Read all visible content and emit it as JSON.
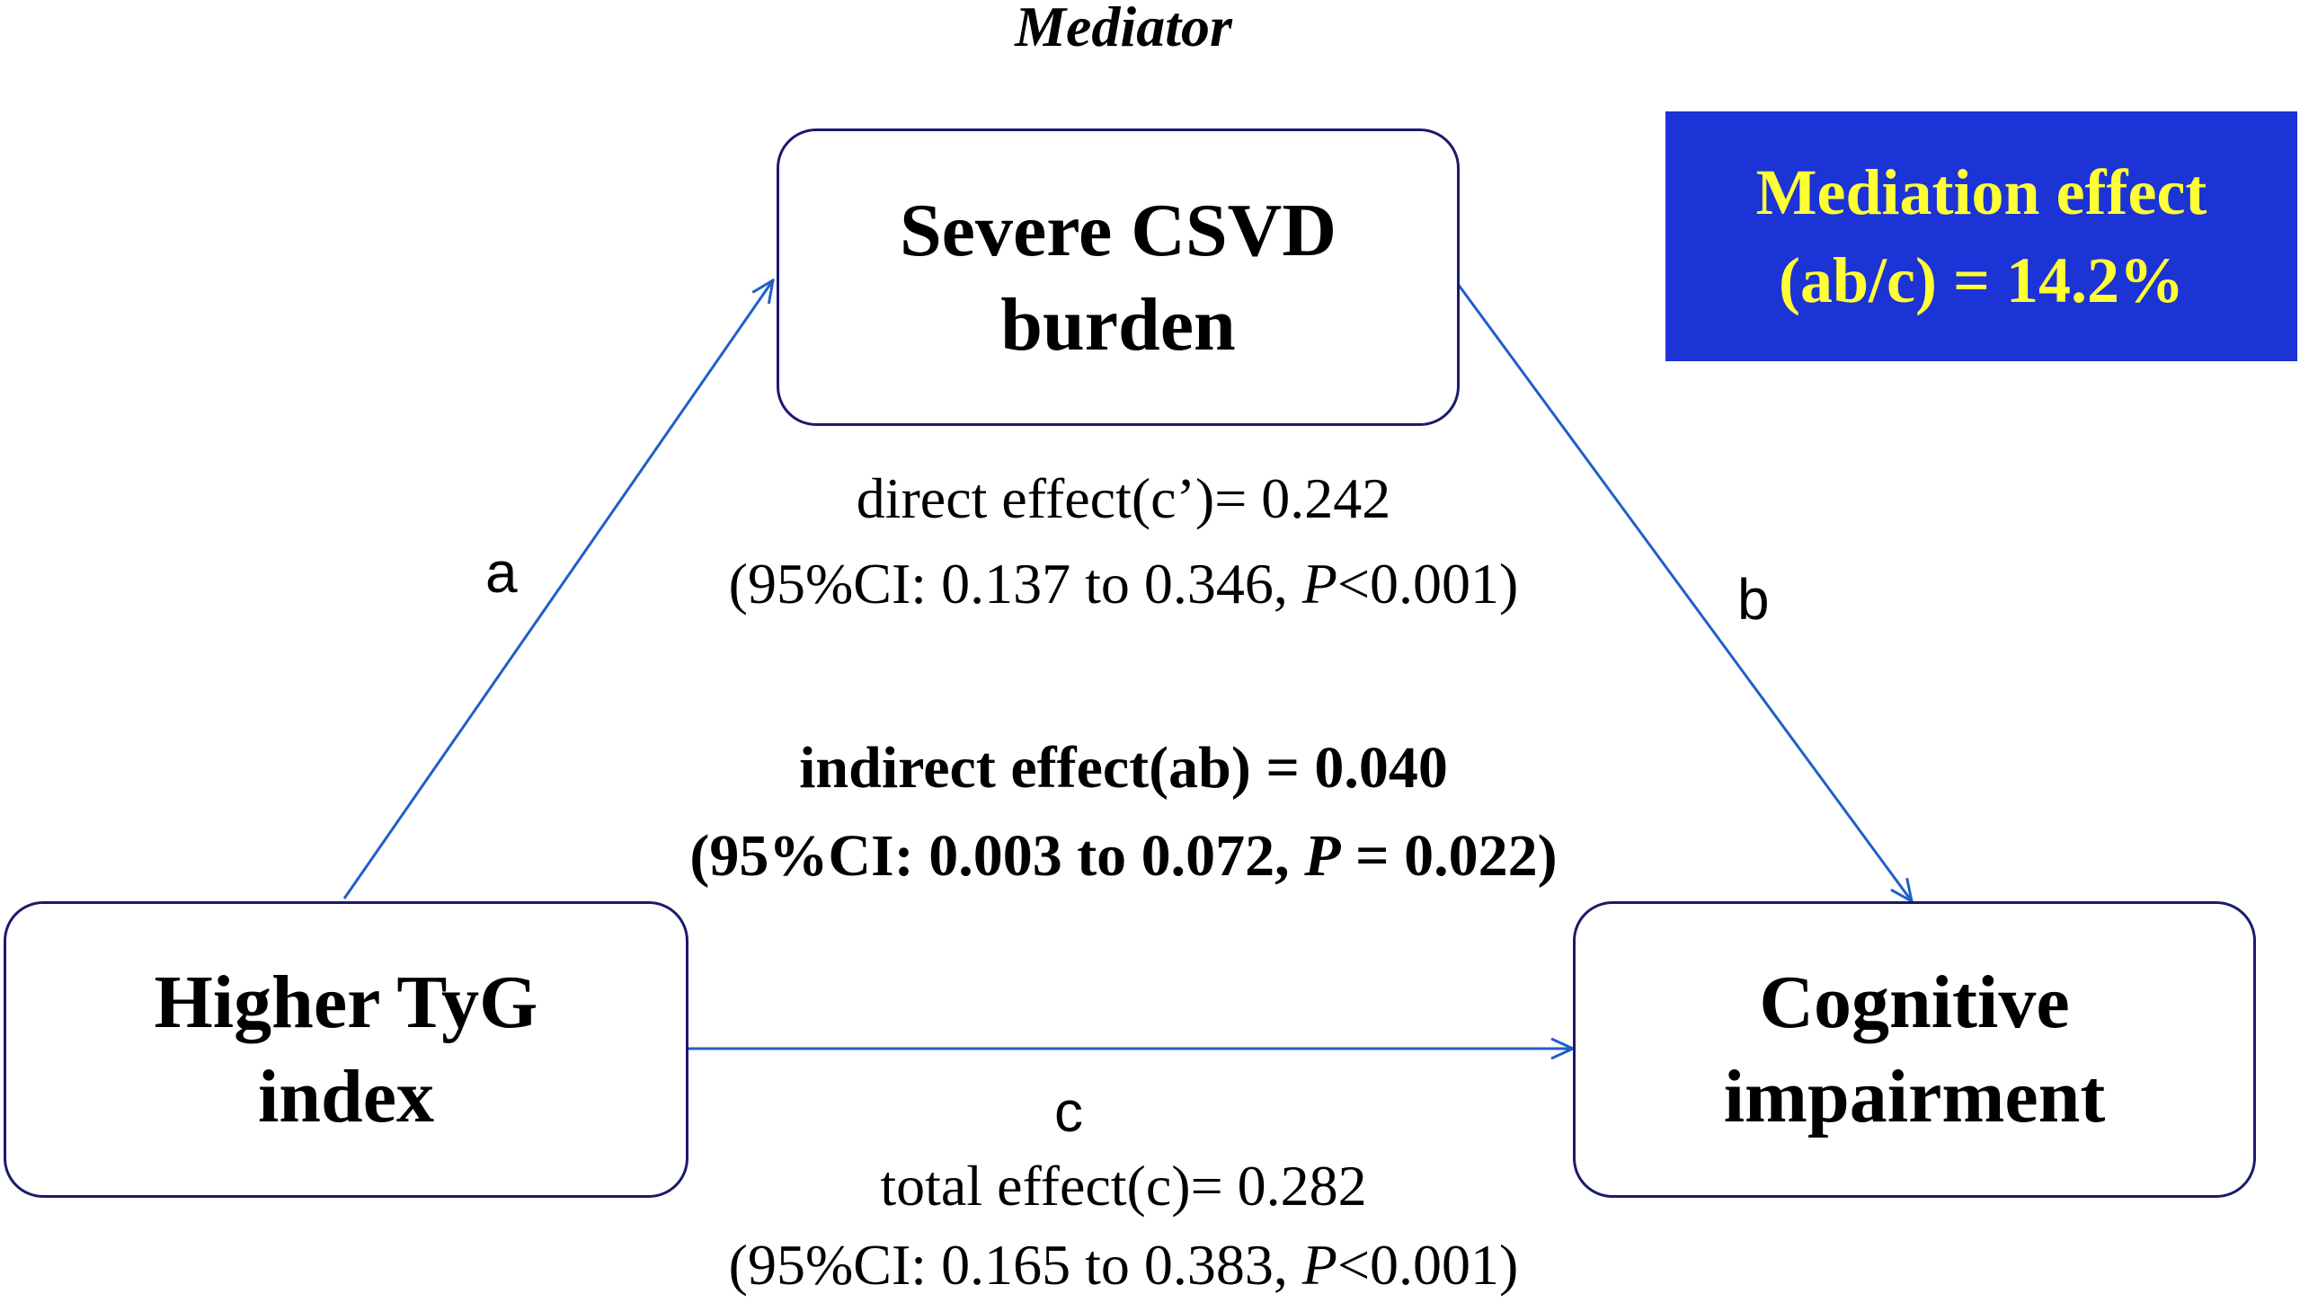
{
  "mediator_heading": "Mediator",
  "nodes": {
    "mediator": {
      "line1": "Severe CSVD",
      "line2": "burden"
    },
    "exposure": {
      "line1": "Higher TyG",
      "line2": "index"
    },
    "outcome": {
      "line1": "Cognitive",
      "line2": "impairment"
    }
  },
  "paths": {
    "a": "a",
    "b": "b",
    "c": "c"
  },
  "direct_effect": {
    "line1": "direct effect(c’)= 0.242",
    "ci_prefix": "(95%CI: 0.137 to 0.346, ",
    "p_symbol": "P",
    "ci_suffix": "<0.001)"
  },
  "indirect_effect": {
    "line1": "indirect effect(ab) = 0.040",
    "ci_prefix": "(95%CI: 0.003 to 0.072, ",
    "p_symbol": "P",
    "ci_suffix": " = 0.022)"
  },
  "total_effect": {
    "line1": "total effect(c)= 0.282",
    "ci_prefix": "(95%CI: 0.165 to 0.383, ",
    "p_symbol": "P",
    "ci_suffix": "<0.001)"
  },
  "mediation_effect": {
    "line1": "Mediation effect",
    "line2": "(ab/c) = 14.2%",
    "bg_color": "#1c33d6",
    "text_color": "#ffff33"
  },
  "colors": {
    "arrow": "#1f5fc8",
    "box_border": "#1a1a6e"
  }
}
